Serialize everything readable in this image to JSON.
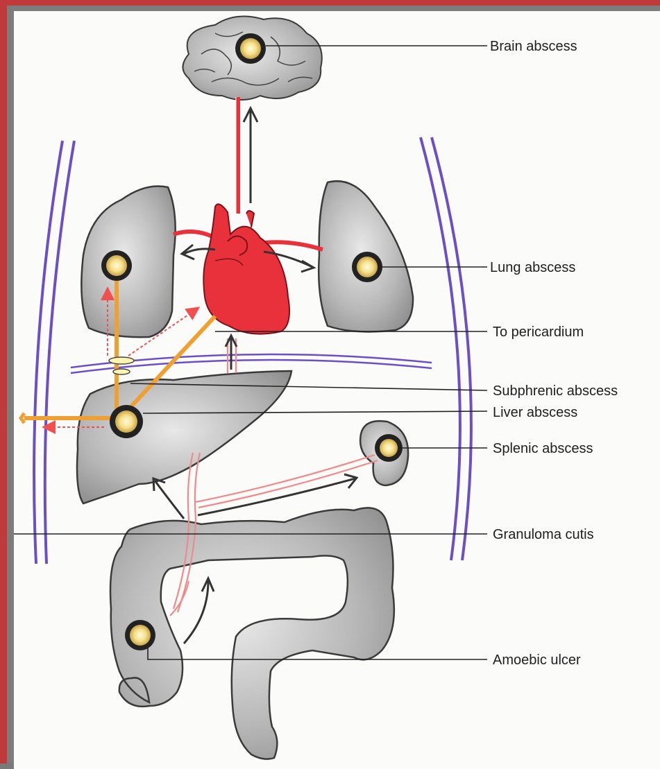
{
  "title": "",
  "colors": {
    "frame": "#c0393b",
    "organ_fill": "#b9b9b9",
    "organ_stroke": "#3a3a3a",
    "heart": "#e8313b",
    "body_wall": "#6a4fc9",
    "route_orange": "#f0a030",
    "route_pink": "#f08a8a",
    "abscess_core": "#fff4b0"
  },
  "labels": {
    "brain": "Brain abscess",
    "lung": "Lung abscess",
    "pericardium": "To pericardium",
    "subphrenic": "Subphrenic abscess",
    "liver": "Liver abscess",
    "splenic": "Splenic abscess",
    "granuloma": "Granuloma cutis",
    "amoebic": "Amoebic ulcer"
  }
}
